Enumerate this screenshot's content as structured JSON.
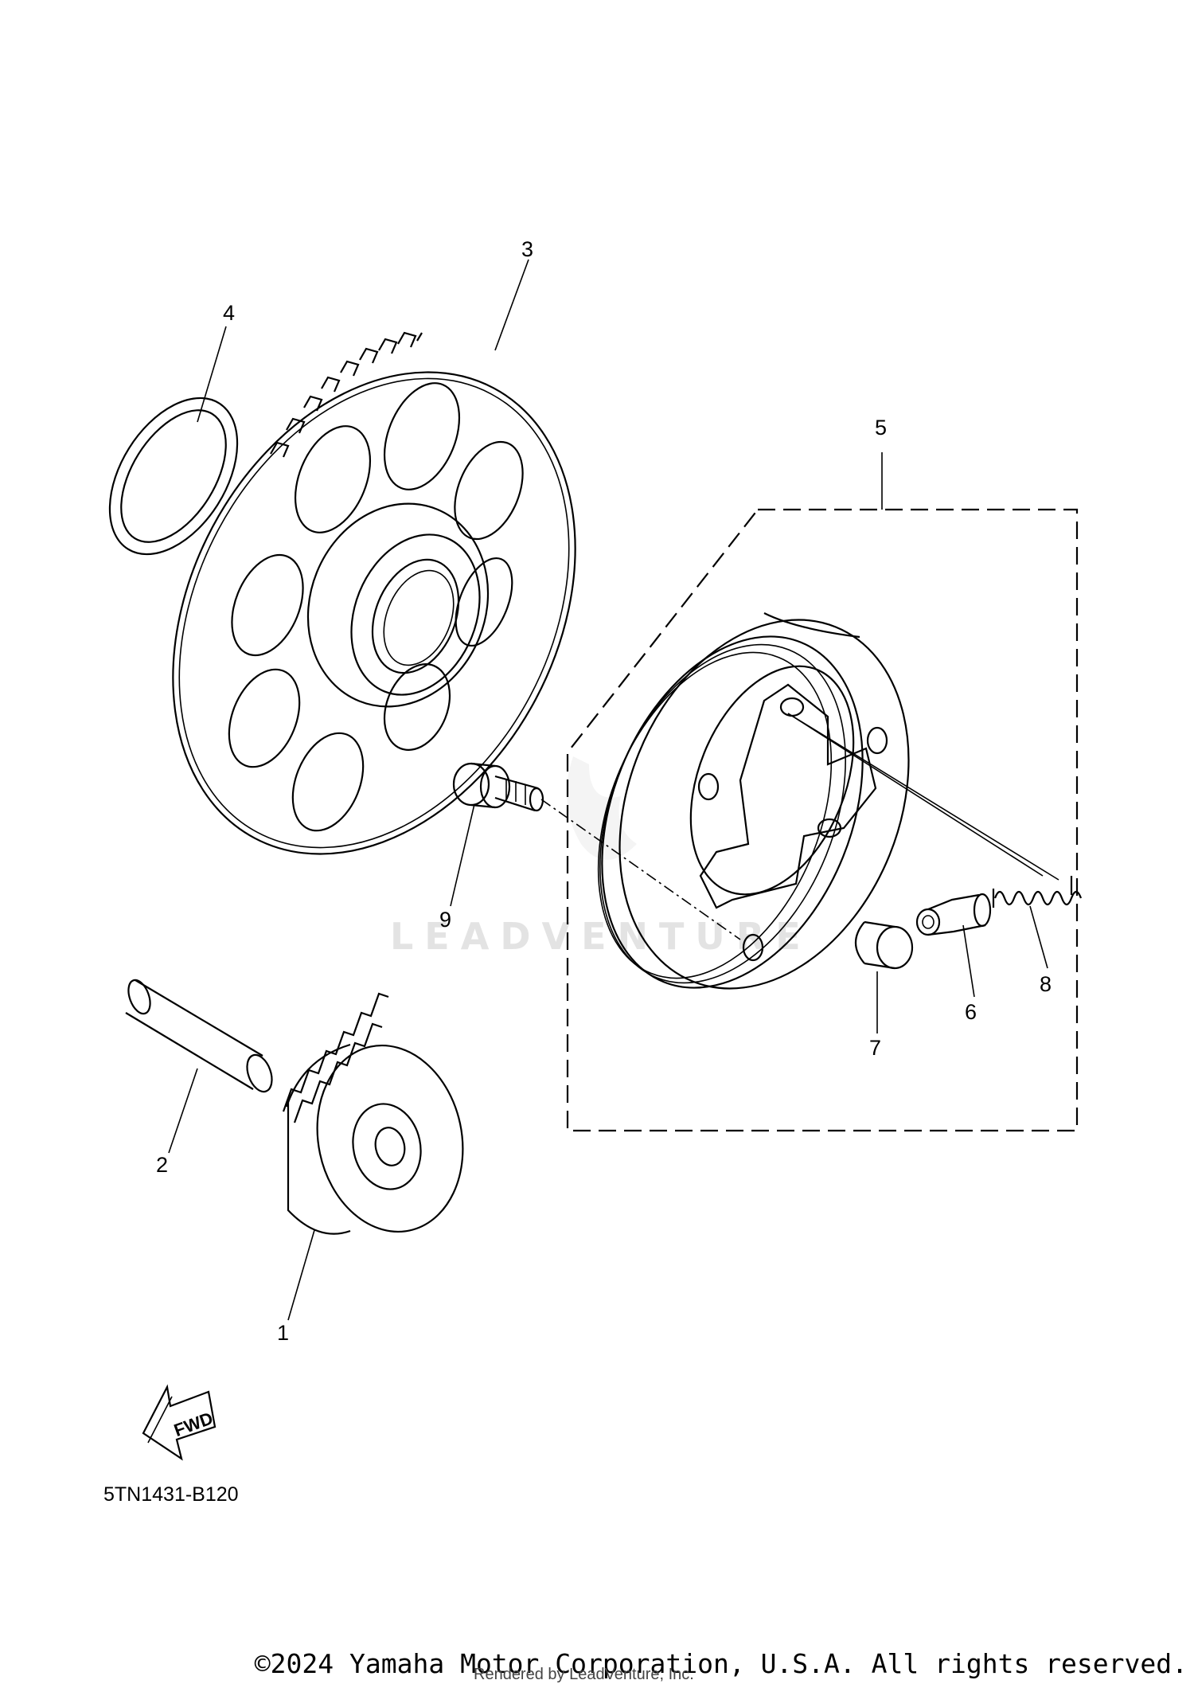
{
  "diagram": {
    "callouts": [
      "1",
      "2",
      "3",
      "4",
      "5",
      "6",
      "7",
      "8",
      "9"
    ],
    "drawing_code": "5TN1431-B120",
    "fwd_label": "FWD",
    "watermark": "LEADVENTURE"
  },
  "footer": {
    "copyright": "©2024 Yamaha Motor Corporation, U.S.A. All rights reserved.",
    "rendered_by": "Rendered by LeadVenture, Inc."
  }
}
